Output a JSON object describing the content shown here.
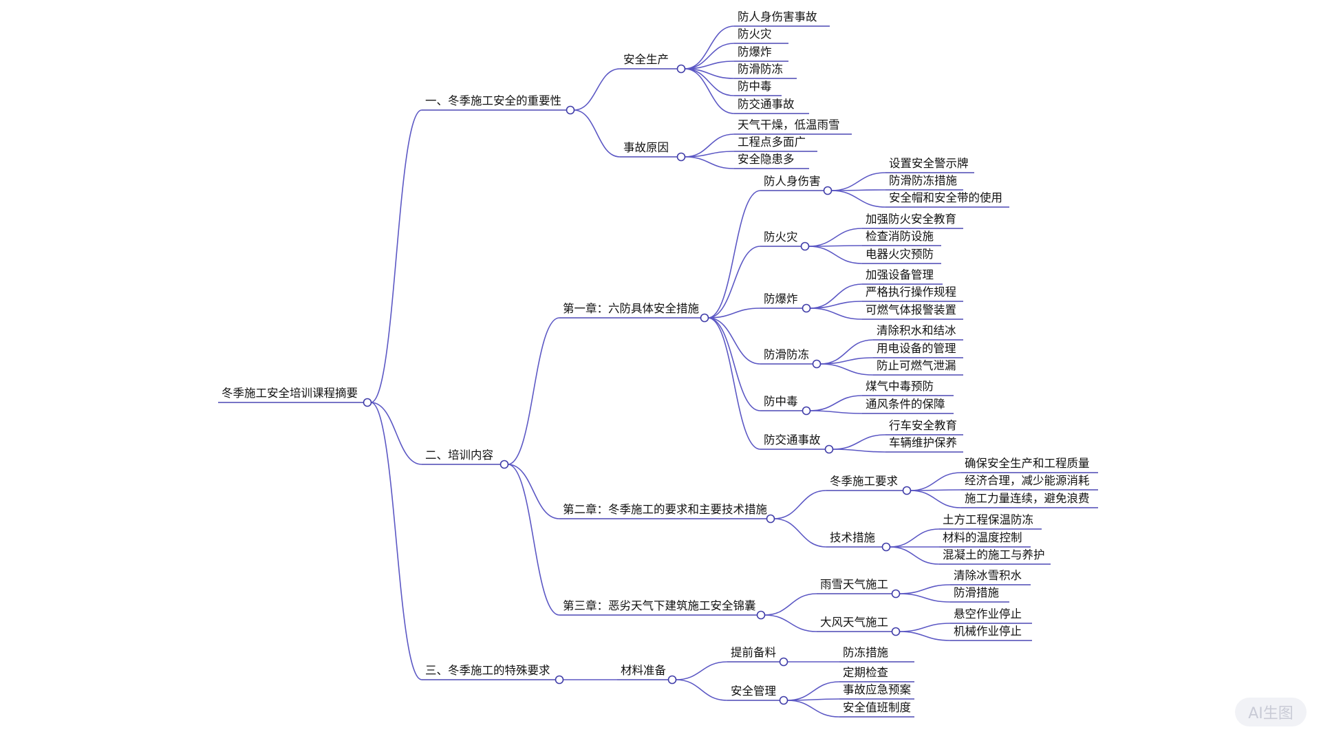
{
  "watermark": "AI生图",
  "colors": {
    "edge": "#5b57c4",
    "underline": "#4a47b4",
    "circle": "#3f3ca8",
    "text": "#111111"
  },
  "mindmap": {
    "id": "root",
    "label": "冬季施工安全培训课程摘要",
    "children": [
      {
        "id": "s1",
        "label": "一、冬季施工安全的重要性",
        "children": [
          {
            "id": "s1a",
            "label": "安全生产",
            "children": [
              {
                "id": "s1a1",
                "label": "防人身伤害事故"
              },
              {
                "id": "s1a2",
                "label": "防火灾"
              },
              {
                "id": "s1a3",
                "label": "防爆炸"
              },
              {
                "id": "s1a4",
                "label": "防滑防冻"
              },
              {
                "id": "s1a5",
                "label": "防中毒"
              },
              {
                "id": "s1a6",
                "label": "防交通事故"
              }
            ]
          },
          {
            "id": "s1b",
            "label": "事故原因",
            "children": [
              {
                "id": "s1b1",
                "label": "天气干燥，低温雨雪"
              },
              {
                "id": "s1b2",
                "label": "工程点多面广"
              },
              {
                "id": "s1b3",
                "label": "安全隐患多"
              }
            ]
          }
        ]
      },
      {
        "id": "s2",
        "label": "二、培训内容",
        "children": [
          {
            "id": "c1",
            "label": "第一章：六防具体安全措施",
            "children": [
              {
                "id": "c1a",
                "label": "防人身伤害",
                "children": [
                  {
                    "id": "c1a1",
                    "label": "设置安全警示牌"
                  },
                  {
                    "id": "c1a2",
                    "label": "防滑防冻措施"
                  },
                  {
                    "id": "c1a3",
                    "label": "安全帽和安全带的使用"
                  }
                ]
              },
              {
                "id": "c1b",
                "label": "防火灾",
                "children": [
                  {
                    "id": "c1b1",
                    "label": "加强防火安全教育"
                  },
                  {
                    "id": "c1b2",
                    "label": "检查消防设施"
                  },
                  {
                    "id": "c1b3",
                    "label": "电器火灾预防"
                  }
                ]
              },
              {
                "id": "c1c",
                "label": "防爆炸",
                "children": [
                  {
                    "id": "c1c1",
                    "label": "加强设备管理"
                  },
                  {
                    "id": "c1c2",
                    "label": "严格执行操作规程"
                  },
                  {
                    "id": "c1c3",
                    "label": "可燃气体报警装置"
                  }
                ]
              },
              {
                "id": "c1d",
                "label": "防滑防冻",
                "children": [
                  {
                    "id": "c1d1",
                    "label": "清除积水和结冰"
                  },
                  {
                    "id": "c1d2",
                    "label": "用电设备的管理"
                  },
                  {
                    "id": "c1d3",
                    "label": "防止可燃气泄漏"
                  }
                ]
              },
              {
                "id": "c1e",
                "label": "防中毒",
                "children": [
                  {
                    "id": "c1e1",
                    "label": "煤气中毒预防"
                  },
                  {
                    "id": "c1e2",
                    "label": "通风条件的保障"
                  }
                ]
              },
              {
                "id": "c1f",
                "label": "防交通事故",
                "children": [
                  {
                    "id": "c1f1",
                    "label": "行车安全教育"
                  },
                  {
                    "id": "c1f2",
                    "label": "车辆维护保养"
                  }
                ]
              }
            ]
          },
          {
            "id": "c2",
            "label": "第二章：冬季施工的要求和主要技术措施",
            "children": [
              {
                "id": "c2a",
                "label": "冬季施工要求",
                "children": [
                  {
                    "id": "c2a1",
                    "label": "确保安全生产和工程质量"
                  },
                  {
                    "id": "c2a2",
                    "label": "经济合理，减少能源消耗"
                  },
                  {
                    "id": "c2a3",
                    "label": "施工力量连续，避免浪费"
                  }
                ]
              },
              {
                "id": "c2b",
                "label": "技术措施",
                "children": [
                  {
                    "id": "c2b1",
                    "label": "土方工程保温防冻"
                  },
                  {
                    "id": "c2b2",
                    "label": "材料的温度控制"
                  },
                  {
                    "id": "c2b3",
                    "label": "混凝土的施工与养护"
                  }
                ]
              }
            ]
          },
          {
            "id": "c3",
            "label": "第三章：恶劣天气下建筑施工安全锦囊",
            "children": [
              {
                "id": "c3a",
                "label": "雨雪天气施工",
                "children": [
                  {
                    "id": "c3a1",
                    "label": "清除冰雪积水"
                  },
                  {
                    "id": "c3a2",
                    "label": "防滑措施"
                  }
                ]
              },
              {
                "id": "c3b",
                "label": "大风天气施工",
                "children": [
                  {
                    "id": "c3b1",
                    "label": "悬空作业停止"
                  },
                  {
                    "id": "c3b2",
                    "label": "机械作业停止"
                  }
                ]
              }
            ]
          }
        ]
      },
      {
        "id": "s3",
        "label": "三、冬季施工的特殊要求",
        "children": [
          {
            "id": "s3a",
            "label": "材料准备",
            "children": [
              {
                "id": "s3a1",
                "label": "提前备料",
                "children": [
                  {
                    "id": "s3a1a",
                    "label": "防冻措施"
                  }
                ]
              },
              {
                "id": "s3a2",
                "label": "安全管理",
                "children": [
                  {
                    "id": "s3a2a",
                    "label": "定期检查"
                  },
                  {
                    "id": "s3a2b",
                    "label": "事故应急预案"
                  },
                  {
                    "id": "s3a2c",
                    "label": "安全值班制度"
                  }
                ]
              }
            ]
          }
        ]
      }
    ]
  }
}
